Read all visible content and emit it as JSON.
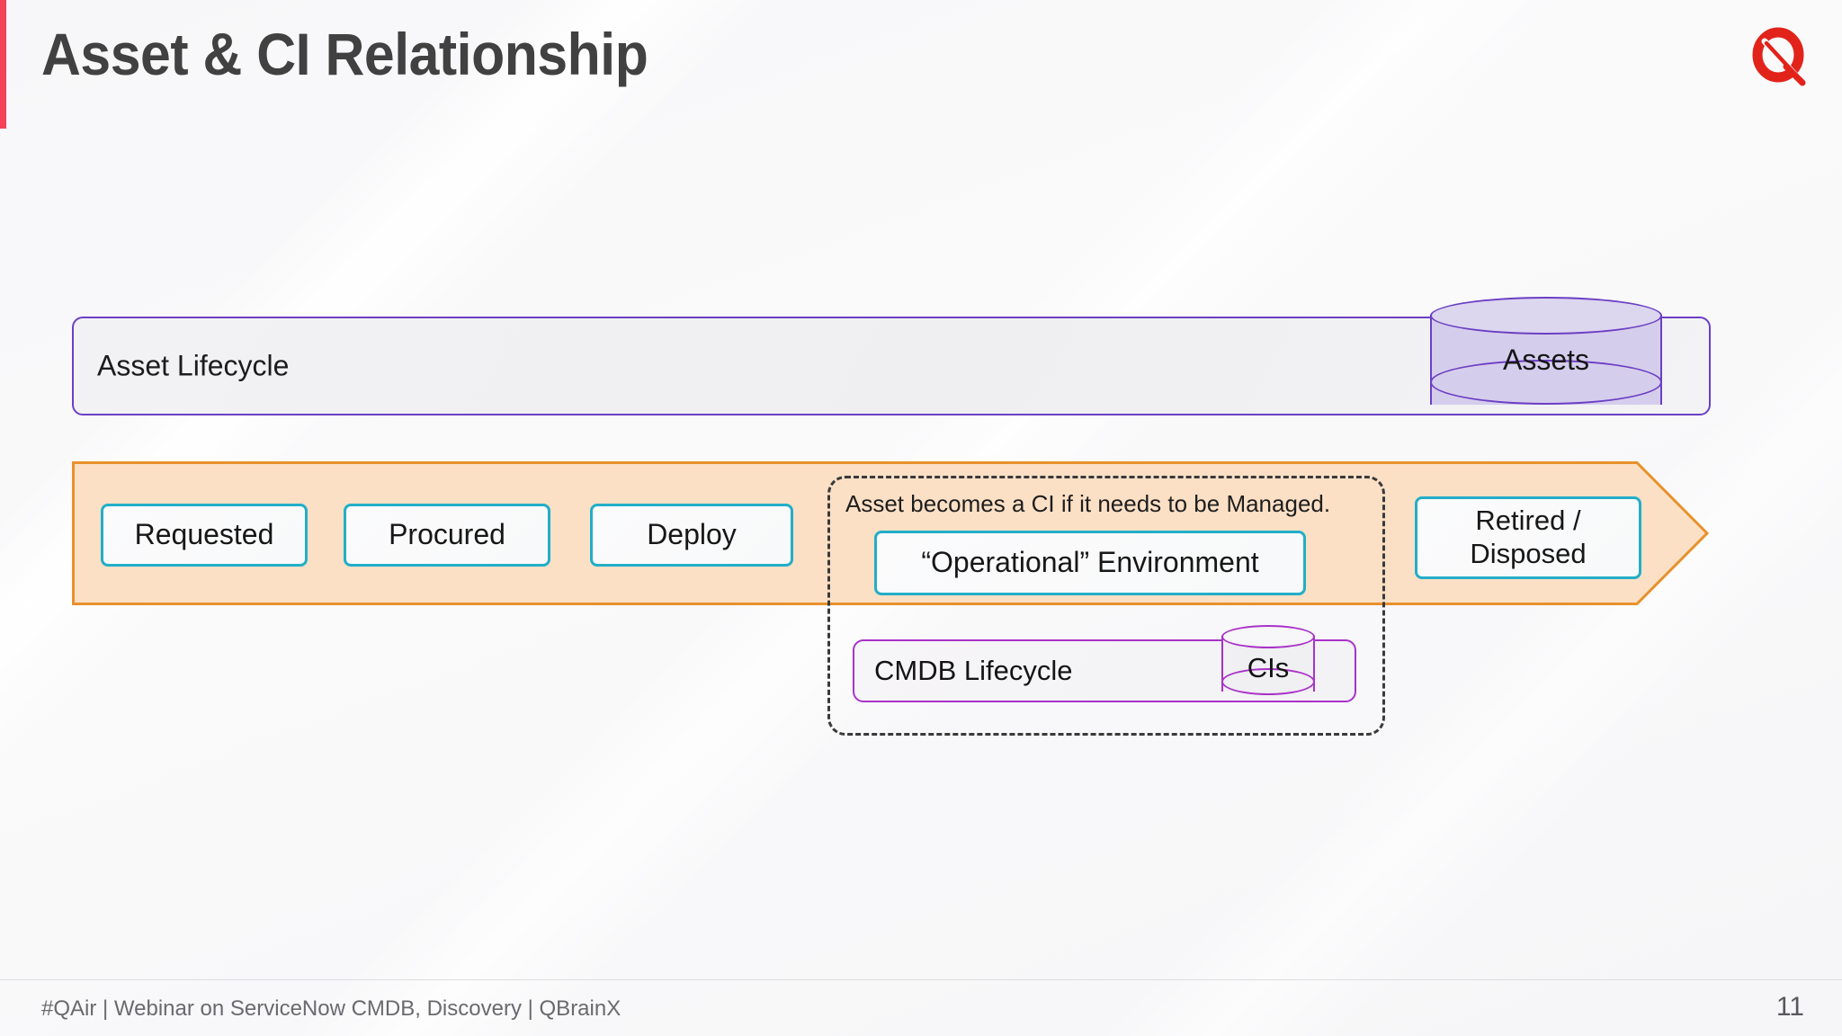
{
  "slide": {
    "title": "Asset & CI Relationship",
    "accent_color": "#F4425A",
    "background_color": "#FAFAFB",
    "logo_name": "qbrainx-q-logo",
    "logo_color": "#E2231A"
  },
  "asset_lifecycle": {
    "label": "Asset Lifecycle",
    "border_color": "#6C3FC4",
    "fill_color": "#F1F1F3"
  },
  "assets_store": {
    "label": "Assets",
    "border_color": "#6C3FC4",
    "fill_color": "#D5CDEC"
  },
  "lifecycle_band": {
    "border_color": "#E8912B",
    "fill_color": "#FBE0C6",
    "stage_border_color": "#22AEC8",
    "stages": [
      {
        "label": "Requested"
      },
      {
        "label": "Procured"
      },
      {
        "label": "Deploy"
      },
      {
        "label": "“Operational” Environment"
      },
      {
        "label_line1": "Retired /",
        "label_line2": "Disposed"
      }
    ]
  },
  "managed_region": {
    "note": "Asset becomes a CI if it needs to be Managed.",
    "border_style": "dashed",
    "border_color": "#3A3A3A"
  },
  "cmdb_lifecycle": {
    "label": "CMDB Lifecycle",
    "border_color": "#A932C8",
    "fill_color": "#F4F3F6"
  },
  "cis_store": {
    "label": "CIs",
    "border_color": "#A932C8",
    "fill_color": "#F0EFF2"
  },
  "footer": {
    "text": "#QAir | Webinar on ServiceNow CMDB, Discovery | QBrainX",
    "page_number": "11"
  }
}
